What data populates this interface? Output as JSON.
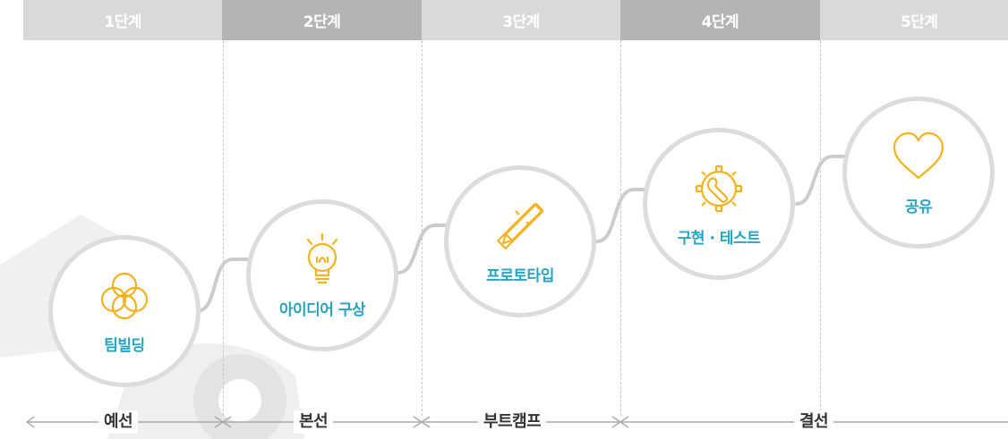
{
  "stages": [
    {
      "label": "1단계"
    },
    {
      "label": "2단계"
    },
    {
      "label": "3단계"
    },
    {
      "label": "4단계"
    },
    {
      "label": "5단계"
    }
  ],
  "steps": [
    {
      "label": "팀빌딩",
      "icon": "venn-circles-icon"
    },
    {
      "label": "아이디어 구상",
      "icon": "lightbulb-icon"
    },
    {
      "label": "프로토타입",
      "icon": "pencil-ruler-icon"
    },
    {
      "label": "구현 · 테스트",
      "icon": "gear-wrench-icon"
    },
    {
      "label": "공유",
      "icon": "heart-icon"
    }
  ],
  "phases": [
    {
      "label": "예선"
    },
    {
      "label": "본선"
    },
    {
      "label": "부트캠프"
    },
    {
      "label": "결선"
    }
  ],
  "colors": {
    "accent_icon": "#f5b21f",
    "accent_text": "#2aa3c0",
    "stage_light": "#d9d9d9",
    "stage_dark": "#b4b4b4",
    "circle_border": "#dcdcdc",
    "connector": "#cccccc",
    "phase_text": "#333333"
  }
}
